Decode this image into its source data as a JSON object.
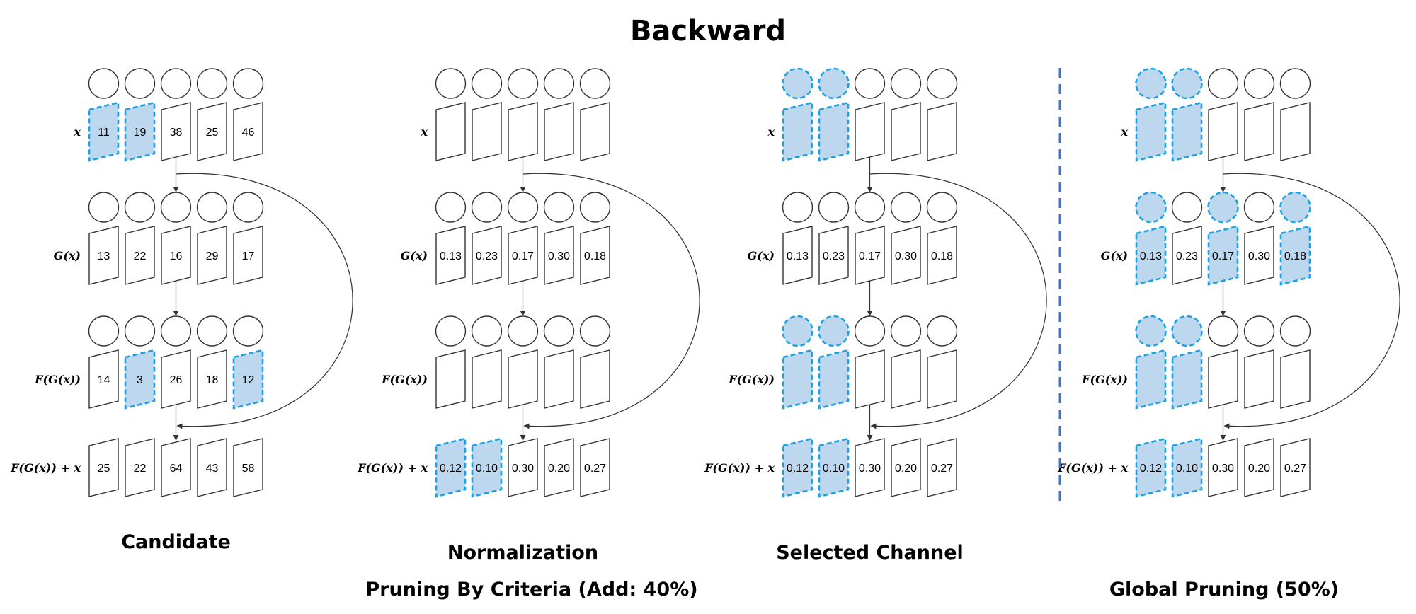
{
  "title": "Backward",
  "colors": {
    "highlight_fill": "#bdd7ee",
    "highlight_stroke": "#1da1e0",
    "divider": "#4472c4",
    "stroke": "#333333"
  },
  "row_labels": [
    "x",
    "G(x)",
    "F(G(x))",
    "F(G(x)) + x"
  ],
  "panels": [
    {
      "caption": "Candidate",
      "rows": [
        {
          "values": [
            "11",
            "19",
            "38",
            "25",
            "46"
          ],
          "shaded": [
            true,
            true,
            false,
            false,
            false
          ],
          "circle_shaded": [
            false,
            false,
            false,
            false,
            false
          ]
        },
        {
          "values": [
            "13",
            "22",
            "16",
            "29",
            "17"
          ],
          "shaded": [
            false,
            false,
            false,
            false,
            false
          ],
          "circle_shaded": [
            false,
            false,
            false,
            false,
            false
          ]
        },
        {
          "values": [
            "14",
            "3",
            "26",
            "18",
            "12"
          ],
          "shaded": [
            false,
            true,
            false,
            false,
            true
          ],
          "circle_shaded": [
            false,
            false,
            false,
            false,
            false
          ]
        },
        {
          "values": [
            "25",
            "22",
            "64",
            "43",
            "58"
          ],
          "shaded": [
            false,
            false,
            false,
            false,
            false
          ],
          "circle_shaded": null
        }
      ]
    },
    {
      "caption": "Normalization",
      "rows": [
        {
          "values": [
            "",
            "",
            "",
            "",
            ""
          ],
          "shaded": [
            false,
            false,
            false,
            false,
            false
          ],
          "circle_shaded": [
            false,
            false,
            false,
            false,
            false
          ]
        },
        {
          "values": [
            "0.13",
            "0.23",
            "0.17",
            "0.30",
            "0.18"
          ],
          "shaded": [
            false,
            false,
            false,
            false,
            false
          ],
          "circle_shaded": [
            false,
            false,
            false,
            false,
            false
          ]
        },
        {
          "values": [
            "",
            "",
            "",
            "",
            ""
          ],
          "shaded": [
            false,
            false,
            false,
            false,
            false
          ],
          "circle_shaded": [
            false,
            false,
            false,
            false,
            false
          ]
        },
        {
          "values": [
            "0.12",
            "0.10",
            "0.30",
            "0.20",
            "0.27"
          ],
          "shaded": [
            true,
            true,
            false,
            false,
            false
          ],
          "circle_shaded": null
        }
      ]
    },
    {
      "caption": "Selected Channel",
      "rows": [
        {
          "values": [
            "",
            "",
            "",
            "",
            ""
          ],
          "shaded": [
            true,
            true,
            false,
            false,
            false
          ],
          "circle_shaded": [
            true,
            true,
            false,
            false,
            false
          ]
        },
        {
          "values": [
            "0.13",
            "0.23",
            "0.17",
            "0.30",
            "0.18"
          ],
          "shaded": [
            false,
            false,
            false,
            false,
            false
          ],
          "circle_shaded": [
            false,
            false,
            false,
            false,
            false
          ]
        },
        {
          "values": [
            "",
            "",
            "",
            "",
            ""
          ],
          "shaded": [
            true,
            true,
            false,
            false,
            false
          ],
          "circle_shaded": [
            true,
            true,
            false,
            false,
            false
          ]
        },
        {
          "values": [
            "0.12",
            "0.10",
            "0.30",
            "0.20",
            "0.27"
          ],
          "shaded": [
            true,
            true,
            false,
            false,
            false
          ],
          "circle_shaded": null
        }
      ]
    },
    {
      "caption": "",
      "rows": [
        {
          "values": [
            "",
            "",
            "",
            "",
            ""
          ],
          "shaded": [
            true,
            true,
            false,
            false,
            false
          ],
          "circle_shaded": [
            true,
            true,
            false,
            false,
            false
          ]
        },
        {
          "values": [
            "0.13",
            "0.23",
            "0.17",
            "0.30",
            "0.18"
          ],
          "shaded": [
            true,
            false,
            true,
            false,
            true
          ],
          "circle_shaded": [
            true,
            false,
            true,
            false,
            true
          ]
        },
        {
          "values": [
            "",
            "",
            "",
            "",
            ""
          ],
          "shaded": [
            true,
            true,
            false,
            false,
            false
          ],
          "circle_shaded": [
            true,
            true,
            false,
            false,
            false
          ]
        },
        {
          "values": [
            "0.12",
            "0.10",
            "0.30",
            "0.20",
            "0.27"
          ],
          "shaded": [
            true,
            true,
            false,
            false,
            false
          ],
          "circle_shaded": null
        }
      ]
    }
  ],
  "group_captions": {
    "criteria": "Pruning By Criteria (Add: 40%)",
    "global": "Global Pruning (50%)"
  }
}
